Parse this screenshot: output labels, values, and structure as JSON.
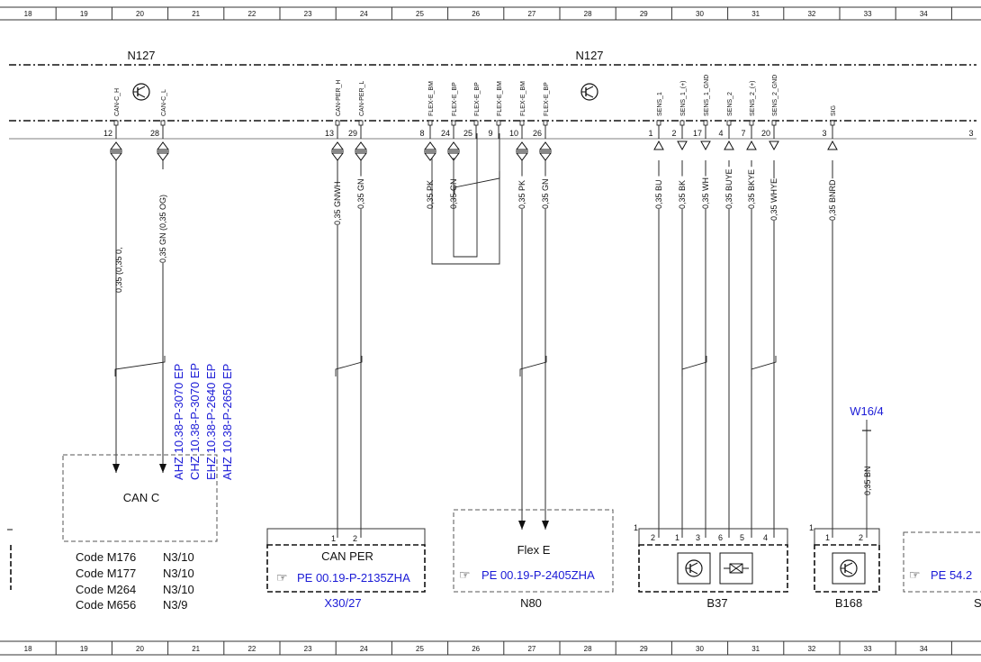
{
  "grid_columns": [
    "18",
    "19",
    "20",
    "21",
    "22",
    "23",
    "24",
    "25",
    "26",
    "27",
    "28",
    "29",
    "30",
    "31",
    "32",
    "33",
    "34"
  ],
  "modules": [
    {
      "label": "N127"
    },
    {
      "label": "N127"
    }
  ],
  "pins": [
    {
      "name": "CAN-C_H",
      "num": "12",
      "wire": ""
    },
    {
      "name": "CAN-C_L",
      "num": "28",
      "wire": "0,35 GN    (0,35 OG)"
    },
    {
      "name": "CAN-PER_H",
      "num": "13",
      "wire": "0,35 GNWH"
    },
    {
      "name": "CAN-PER_L",
      "num": "29",
      "wire": "0,35 GN"
    },
    {
      "name": "FLEX-E_BM",
      "num": "8",
      "wire": "0,35 PK"
    },
    {
      "name": "FLEX-E_BP",
      "num": "24",
      "wire": "0,35 GN"
    },
    {
      "name": "FLEX-E_BP",
      "num": "25",
      "wire": ""
    },
    {
      "name": "FLEX-E_BM",
      "num": "9",
      "wire": ""
    },
    {
      "name": "FLEX-E_BM",
      "num": "10",
      "wire": "0,35 PK"
    },
    {
      "name": "FLEX-E_BP",
      "num": "26",
      "wire": "0,35 GN"
    },
    {
      "name": "SENS_1",
      "num": "1",
      "wire": "0,35 BU"
    },
    {
      "name": "SENS_1_(+)",
      "num": "2",
      "wire": "0,35 BK"
    },
    {
      "name": "SENS_1_GND",
      "num": "17",
      "wire": "0,35 WH"
    },
    {
      "name": "SENS_2",
      "num": "4",
      "wire": "0,35 BUYE"
    },
    {
      "name": "SENS_2_(+)",
      "num": "7",
      "wire": "0,35 BKYE"
    },
    {
      "name": "SENS_2_GND",
      "num": "20",
      "wire": "0,35 WHYE"
    },
    {
      "name": "SIG",
      "num": "3",
      "wire": "0,35 BNRD"
    }
  ],
  "cut_pin": "3",
  "can_c_overlap": "0,35 (0,35 0,",
  "variant_links": [
    "AHZ 10.38-P-3070 EP",
    "CHZ 10.38-P-3070 EP",
    "EHZ 10.38-P-2640 EP",
    "AHZ 10.38-P-2650 EP"
  ],
  "can_c_block": {
    "label": "CAN C",
    "codes": [
      {
        "code": "Code M176",
        "conn": "N3/10"
      },
      {
        "code": "Code M177",
        "conn": "N3/10"
      },
      {
        "code": "Code M264",
        "conn": "N3/10"
      },
      {
        "code": "Code M656",
        "conn": "N3/9"
      }
    ]
  },
  "can_per_block": {
    "label": "CAN PER",
    "pins": [
      "1",
      "2"
    ],
    "ref": "PE 00.19-P-2135ZHA",
    "component": "X30/27"
  },
  "flex_block": {
    "label": "Flex E",
    "ref": "PE 00.19-P-2405ZHA",
    "component": "N80"
  },
  "b37_block": {
    "corner": "1",
    "pins": [
      "2",
      "1",
      "3",
      "6",
      "5",
      "4"
    ],
    "component": "B37"
  },
  "b168_block": {
    "corner": "1",
    "pins": [
      "1",
      "2"
    ],
    "component": "B168",
    "splice": "W16/4",
    "wire": "0,35 BN"
  },
  "right_block": {
    "ref": "PE 54.2",
    "component": "S"
  }
}
